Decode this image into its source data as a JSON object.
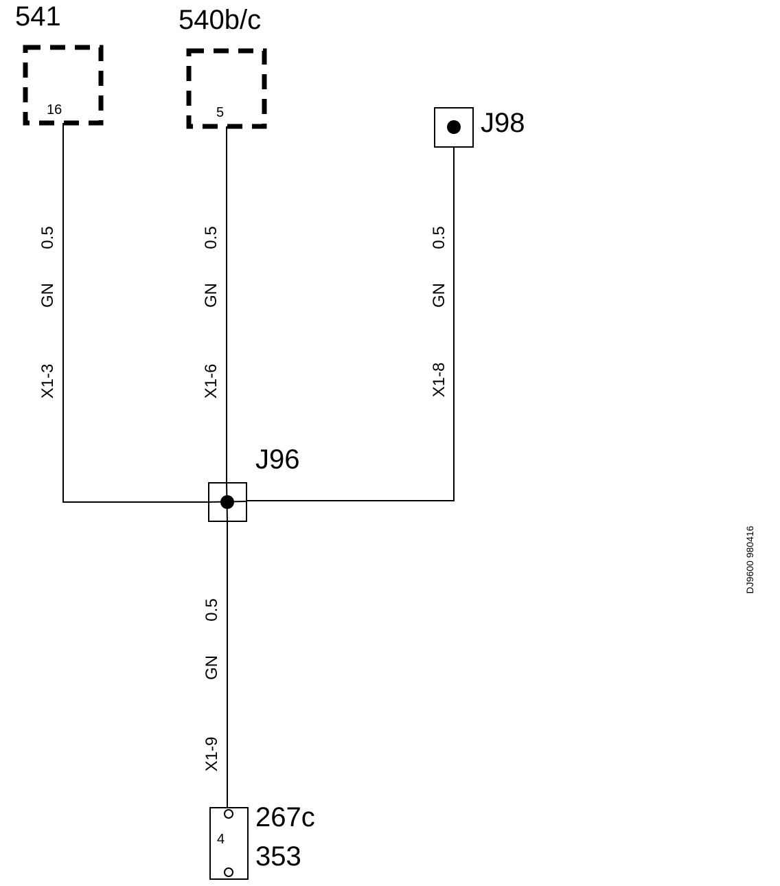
{
  "components": {
    "c541": {
      "label": "541",
      "pin": "16"
    },
    "c540": {
      "label": "540b/c",
      "pin": "5"
    },
    "connector": {
      "label_top": "267c",
      "label_bottom": "353",
      "pin": "4"
    }
  },
  "junctions": {
    "j98": {
      "label": "J98"
    },
    "j96": {
      "label": "J96"
    }
  },
  "wires": {
    "w1": {
      "size": "0.5",
      "color": "GN",
      "terminal": "X1-3"
    },
    "w2": {
      "size": "0.5",
      "color": "GN",
      "terminal": "X1-6"
    },
    "w3": {
      "size": "0.5",
      "color": "GN",
      "terminal": "X1-8"
    },
    "w4": {
      "size": "0.5",
      "color": "GN",
      "terminal": "X1-9"
    }
  },
  "drawing_id": "DJ9600 980416"
}
